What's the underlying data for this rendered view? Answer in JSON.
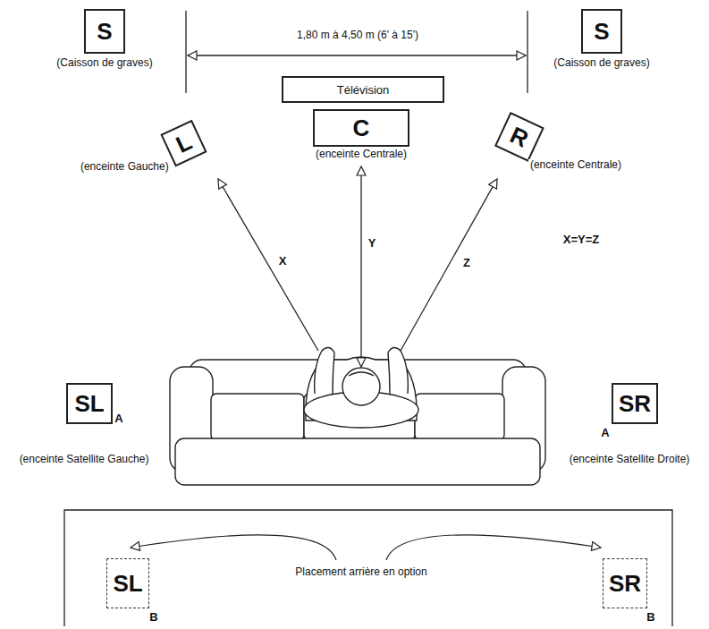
{
  "diagram": {
    "nodes": [
      {
        "text": [
          "S",
          "(Caisson de graves)"
        ]
      },
      {
        "text": [
          "S",
          "(Caisson de graves)"
        ]
      },
      {
        "text": [
          "Télévision"
        ]
      },
      {
        "text": [
          "L",
          "(enceinte Gauche)"
        ]
      },
      {
        "text": [
          "C",
          "(enceinte Centrale)"
        ]
      },
      {
        "text": [
          "R",
          "(enceinte Centrale)"
        ]
      },
      {
        "text": [
          "SL",
          "(enceinte Satellite Gauche)"
        ]
      },
      {
        "text": [
          "SR",
          "(enceinte Satellite Droite)"
        ]
      },
      {
        "text": [
          "SL"
        ]
      },
      {
        "text": [
          "SR"
        ]
      }
    ],
    "labels": [
      "1,80 m à 4,50 m (6' à 15')",
      "X",
      "Y",
      "Z",
      "X=Y=Z",
      "A",
      "A",
      "Placement arrière en option",
      "B",
      "B"
    ]
  }
}
